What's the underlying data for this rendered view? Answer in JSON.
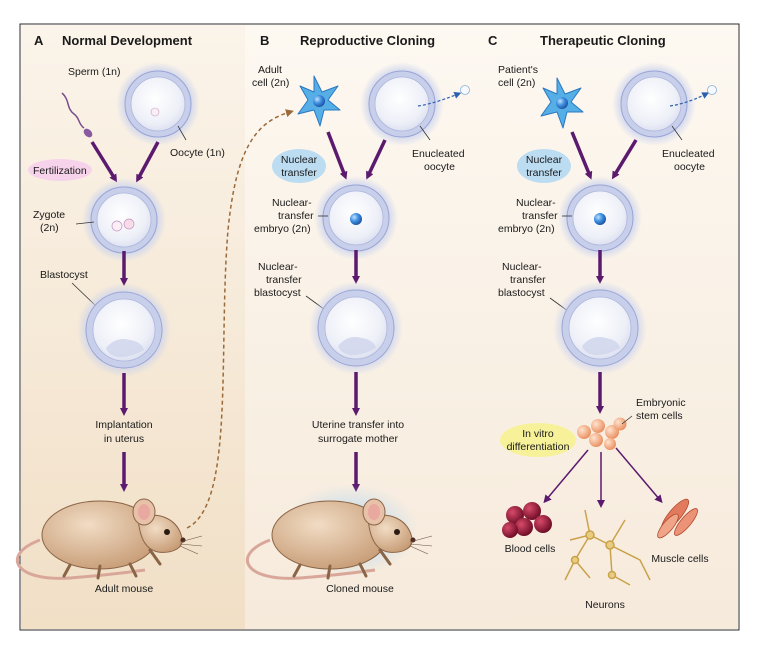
{
  "panels": [
    {
      "letter": "A",
      "title": "Normal Development"
    },
    {
      "letter": "B",
      "title": "Reproductive Cloning"
    },
    {
      "letter": "C",
      "title": "Therapeutic Cloning"
    }
  ],
  "panel_a": {
    "sperm": "Sperm (1n)",
    "oocyte": "Oocyte (1n)",
    "fertilization": "Fertilization",
    "zygote": [
      "Zygote",
      "(2n)"
    ],
    "blastocyst": "Blastocyst",
    "implantation": [
      "Implantation",
      "in uterus"
    ],
    "adult_mouse": "Adult mouse"
  },
  "panel_b": {
    "adult_cell": [
      "Adult",
      "cell (2n)"
    ],
    "enucleated_oocyte": [
      "Enucleated",
      "oocyte"
    ],
    "nuclear_transfer": [
      "Nuclear",
      "transfer"
    ],
    "nt_embryo": [
      "Nuclear-",
      "transfer",
      "embryo (2n)"
    ],
    "nt_blastocyst": [
      "Nuclear-",
      "transfer",
      "blastocyst"
    ],
    "uterine_transfer": [
      "Uterine transfer into",
      "surrogate mother"
    ],
    "cloned_mouse": "Cloned mouse"
  },
  "panel_c": {
    "patient_cell": [
      "Patient's",
      "cell (2n)"
    ],
    "enucleated_oocyte": [
      "Enucleated",
      "oocyte"
    ],
    "nuclear_transfer": [
      "Nuclear",
      "transfer"
    ],
    "nt_embryo": [
      "Nuclear-",
      "transfer",
      "embryo (2n)"
    ],
    "nt_blastocyst": [
      "Nuclear-",
      "transfer",
      "blastocyst"
    ],
    "embryonic_stem_cells": [
      "Embryonic",
      "stem cells"
    ],
    "in_vitro": [
      "In vitro",
      "differentiation"
    ],
    "blood_cells": "Blood cells",
    "neurons": "Neurons",
    "muscle_cells": "Muscle cells"
  },
  "colors": {
    "arrow": "#5b1a6e",
    "panel_tint": "#f3e3cc",
    "cell_blue": "#4aa3df",
    "blood_red": "#8b1030",
    "muscle": "#e27a5e",
    "neuron": "#d9b860",
    "highlight_blue": "#bcdcf2",
    "highlight_pink": "#f6d3ea",
    "highlight_yellow": "#f7f29a"
  }
}
